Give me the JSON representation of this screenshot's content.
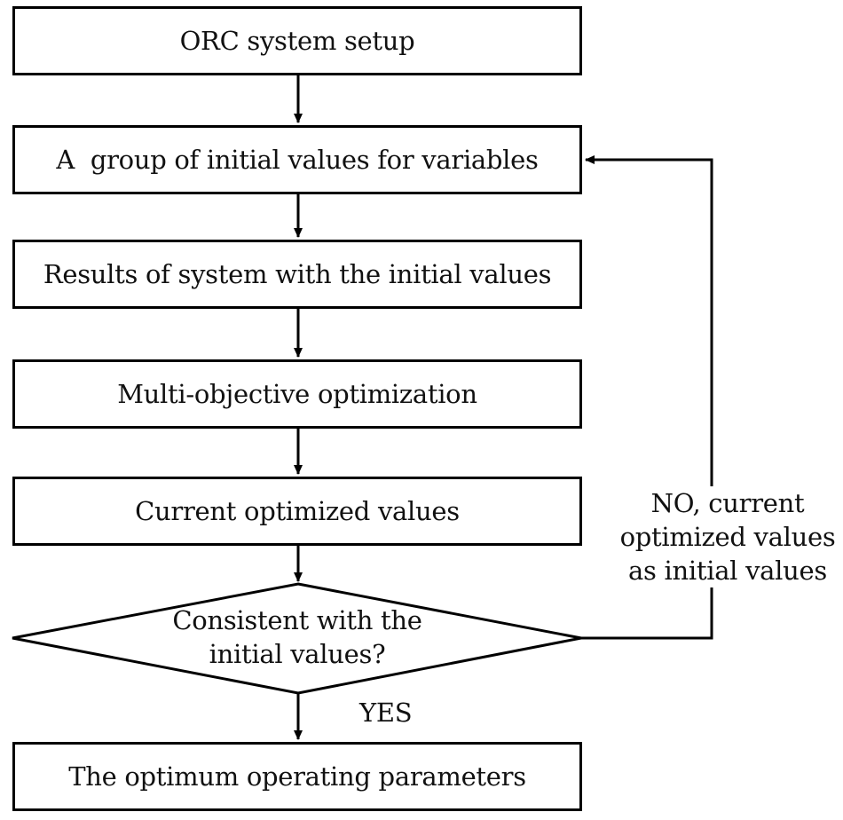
{
  "flowchart": {
    "steps": [
      {
        "id": "setup",
        "label": "ORC system setup"
      },
      {
        "id": "initial",
        "label": "A  group of initial values for variables"
      },
      {
        "id": "results",
        "label": "Results of system with the initial values"
      },
      {
        "id": "moo",
        "label": "Multi-objective optimization"
      },
      {
        "id": "current",
        "label": "Current optimized values"
      }
    ],
    "decision": {
      "lines": [
        "Consistent with the",
        "initial values?"
      ],
      "yes_label": "YES",
      "no_label_lines": [
        "NO, current",
        "optimized values",
        "as initial values"
      ]
    },
    "final": {
      "label": "The optimum operating parameters"
    }
  }
}
